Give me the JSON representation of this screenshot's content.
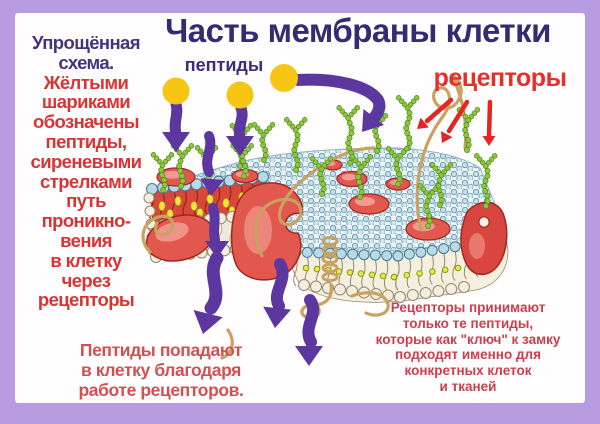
{
  "title": "Часть мембраны клетки",
  "labels": {
    "peptides": "пептиды",
    "receptors": "рецепторы"
  },
  "left_note": {
    "intro": "Упрощённая\nсхема.",
    "body": "Жёлтыми\nшариками\nобозначены\nпептиды,\nсиреневыми\nстрелками\nпуть\nпроникно-\nвения\nв клетку\nчерез\nрецепторы"
  },
  "bottom_left_note": "Пептиды попадают\nв клетку благодаря\nработе рецепторов.",
  "bottom_right_note": "Рецепторы принимают\nтолько те пептиды,\nкоторые как \"ключ\" к замку\nподходят именно для\nконкретных клеток\nи тканей",
  "palette": {
    "frame": "#b89ce2",
    "card": "#fffdfe",
    "title_indigo": "#342b70",
    "note_red": "#d93434",
    "receptors_label_red": "#e5302a",
    "bottom_left_red": "#d25050",
    "bottom_right_red": "#cd3d4c",
    "arrow_purple": "#5d37a0",
    "arrow_red": "#e42522",
    "peptide_yellow": "#f7c514",
    "membrane_blue": "#b8d9e8",
    "membrane_cream": "#f3eee0",
    "receptor_red": "#e2574e",
    "glycan_green": "#8cc63e",
    "strand_tan": "#c9a160"
  }
}
